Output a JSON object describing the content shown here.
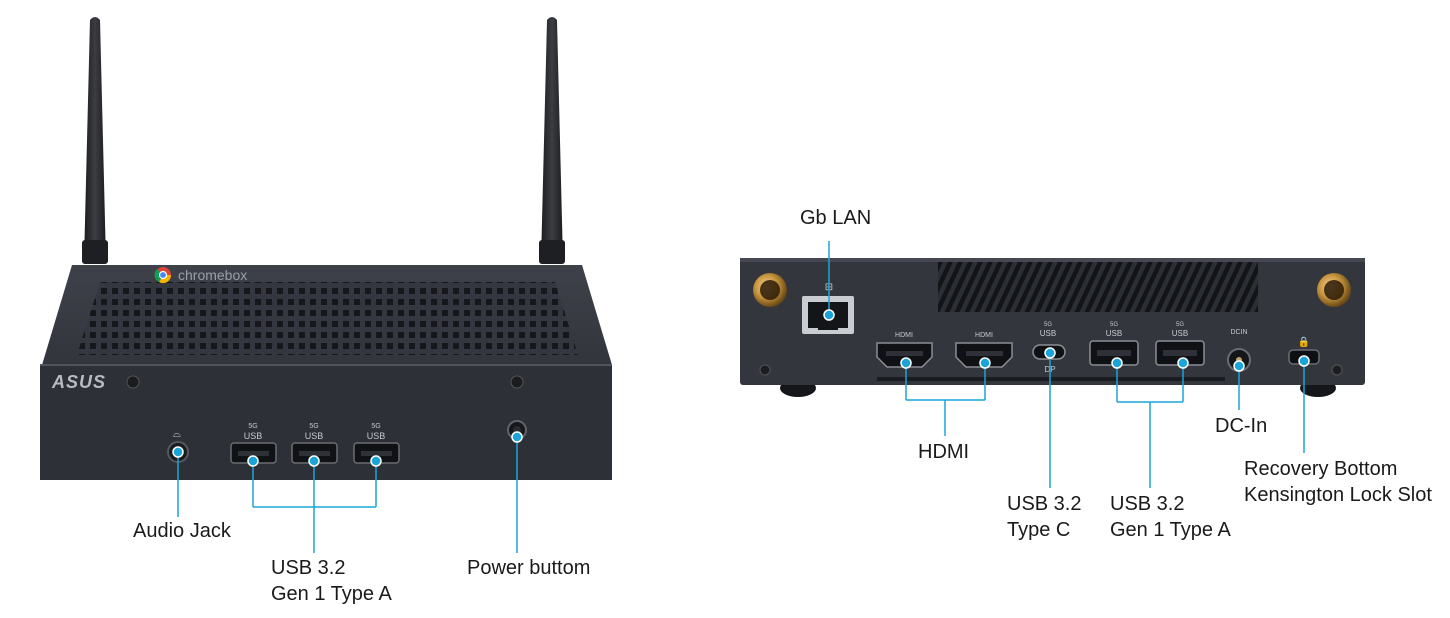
{
  "colors": {
    "callout": "#1aa5d8",
    "device_body": "#2f3239",
    "device_face": "#3a3d45",
    "gold": "#c8963e",
    "background": "#ffffff"
  },
  "front": {
    "brand_text": "chromebox",
    "asus_logo": "ASUS",
    "usb_port_label_small": "5G",
    "usb_port_label": "USB",
    "labels": {
      "audio_jack": "Audio Jack",
      "usb_line1": "USB 3.2",
      "usb_line2": "Gen 1 Type A",
      "power": "Power buttom"
    }
  },
  "rear": {
    "hdmi_port_label": "HDMI",
    "usbc_port_label_small": "5G",
    "usbc_port_label": "USB",
    "usbc_port_sub": "DP",
    "dcin_port_label": "DCIN",
    "labels": {
      "gb_lan": "Gb LAN",
      "hdmi": "HDMI",
      "usbc_line1": "USB 3.2",
      "usbc_line2": "Type C",
      "usba_line1": "USB 3.2",
      "usba_line2": "Gen 1 Type A",
      "dc_in": "DC-In",
      "recovery_line1": "Recovery Bottom",
      "recovery_line2": "Kensington Lock Slot"
    }
  }
}
